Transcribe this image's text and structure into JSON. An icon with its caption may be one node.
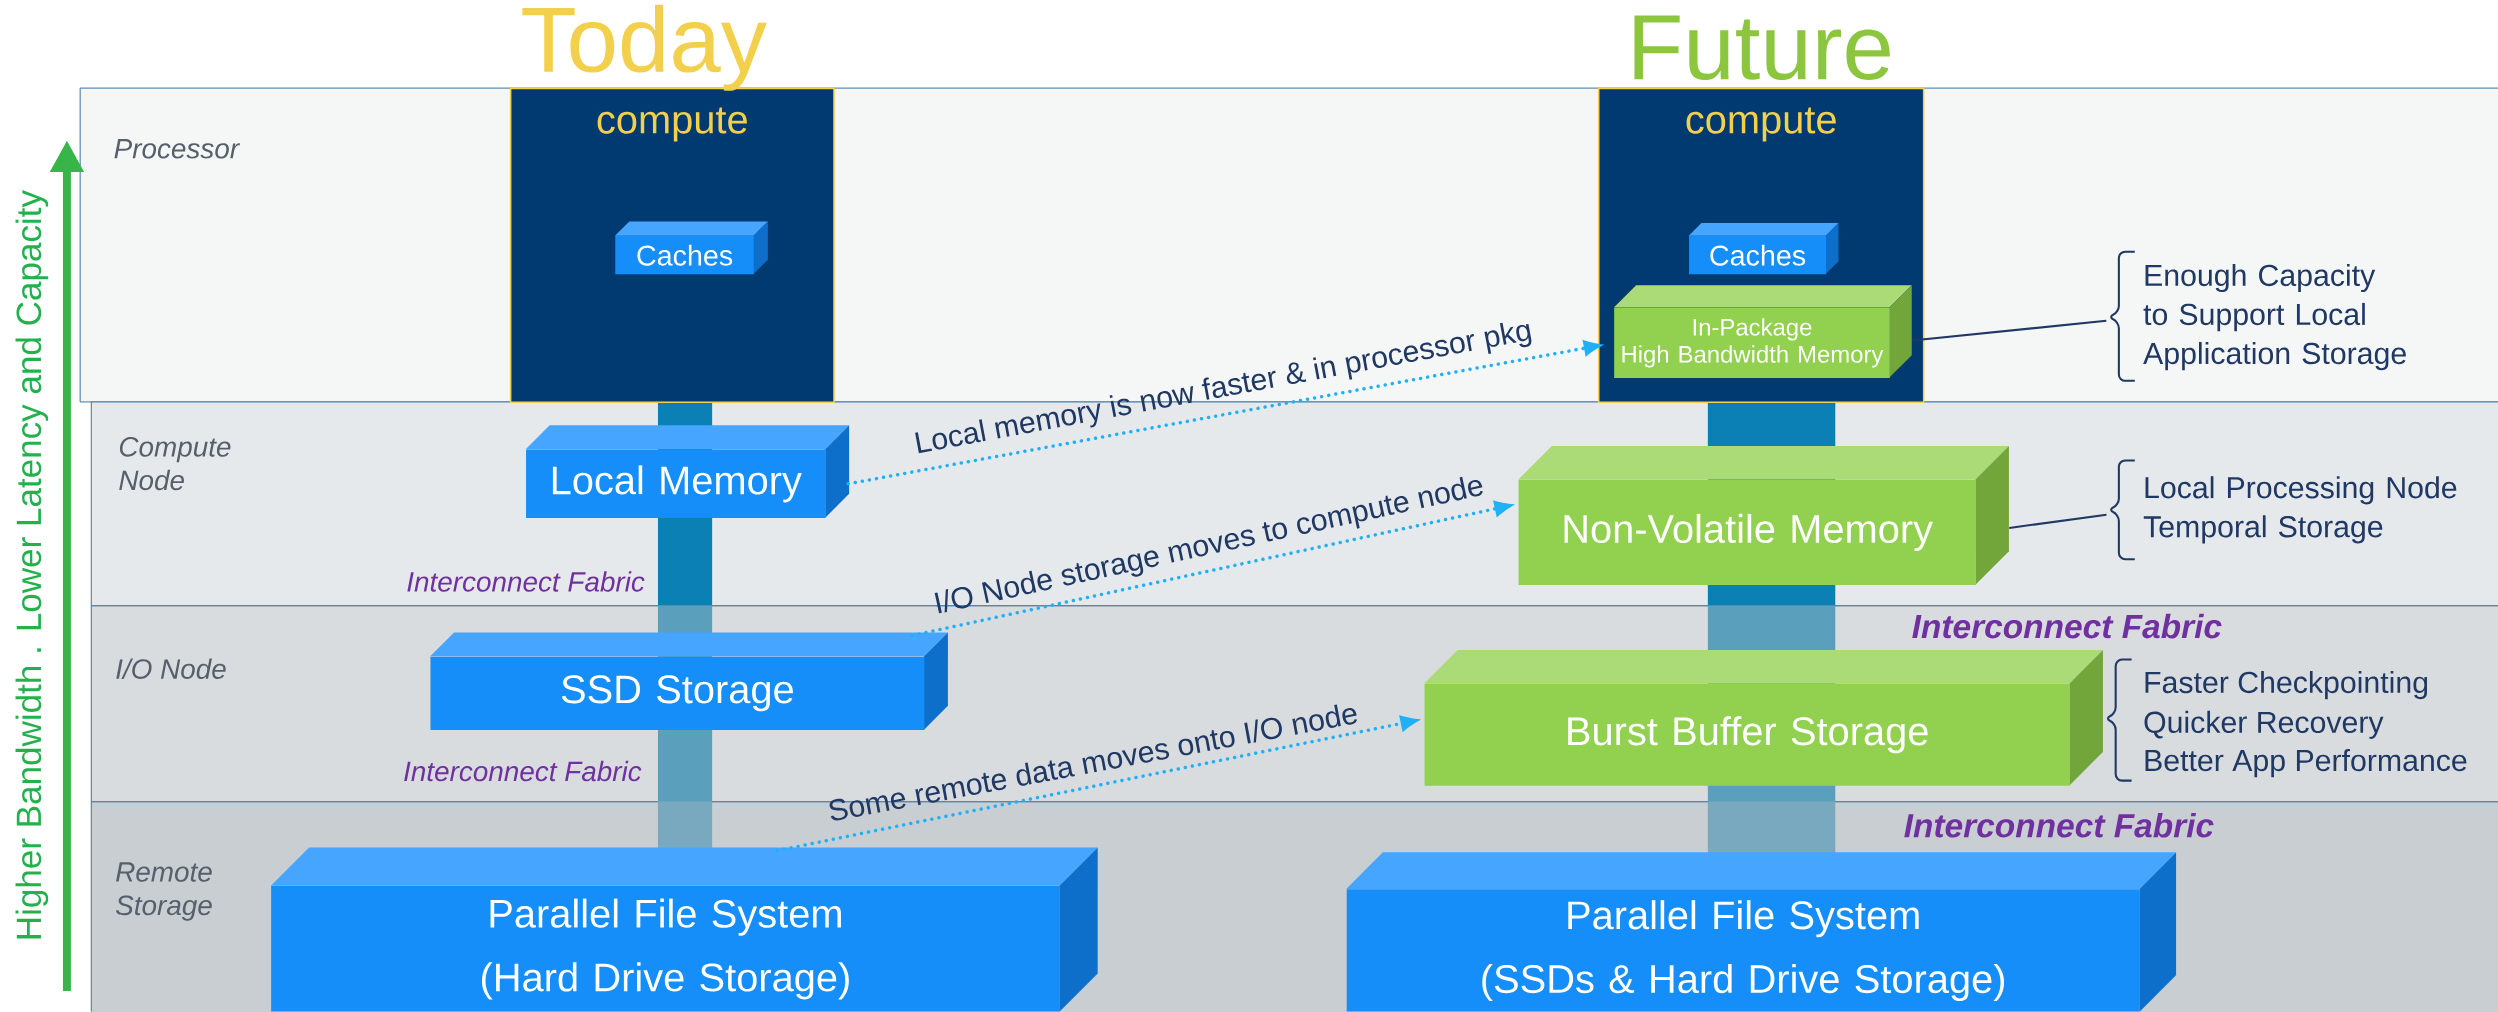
{
  "diagram": {
    "nodes": [
      {
        "text": [
          "Processor"
        ]
      },
      {
        "text": [
          "Compute Node"
        ]
      },
      {
        "text": [
          "I/O Node"
        ]
      },
      {
        "text": [
          "Remote Storage"
        ]
      },
      {
        "text": [
          "compute"
        ],
        "in": 0
      },
      {
        "text": [
          "Caches"
        ],
        "in": 4
      },
      {
        "text": [
          "compute"
        ],
        "in": 0
      },
      {
        "text": [
          "Caches"
        ],
        "in": 6
      },
      {
        "text": [
          "In-Package",
          "High Bandwidth Memory"
        ],
        "in": 6
      },
      {
        "text": [
          "Enough Capacity to Support Local Application Storage"
        ],
        "in": 0
      },
      {
        "text": [
          "Local Memory"
        ],
        "in": 1
      },
      {
        "text": [
          "Non-Volatile Memory"
        ],
        "in": 1
      },
      {
        "text": [
          "Local Processing Node Temporal Storage"
        ],
        "in": 1
      },
      {
        "text": [
          "SSD Storage"
        ],
        "in": 2
      },
      {
        "text": [
          "Burst Buffer Storage"
        ],
        "in": 2
      },
      {
        "text": [
          "Parallel File System",
          "(Hard Drive Storage)"
        ],
        "in": 3
      },
      {
        "text": [
          "Parallel File System",
          "(SSDs & Hard Drive Storage)"
        ],
        "in": 3
      }
    ],
    "edges": [
      {
        "from": 10,
        "to": 8,
        "arrow": "to",
        "style": "dashed",
        "label": "Local memory is now faster & in processor pkg"
      },
      {
        "from": 13,
        "to": 11,
        "arrow": "to",
        "style": "dashed",
        "label": "I/O Node storage moves to compute node"
      },
      {
        "from": 15,
        "to": 14,
        "arrow": "to",
        "style": "dashed",
        "label": "Some remote data moves onto I/O node"
      },
      {
        "from": 9,
        "to": 8,
        "arrow": "none",
        "color": "#1f3864"
      },
      {
        "from": 12,
        "to": 11,
        "arrow": "none",
        "color": "#1f3864"
      }
    ],
    "labels": [
      "Today",
      "Future",
      "Higher Bandwidth . Lower Latency and Capacity",
      "Interconnect Fabric",
      "Interconnect Fabric",
      "Faster Checkpointing",
      "Quicker Recovery",
      "Better App Performance",
      "Interconnect Fabric",
      "Interconnect Fabric"
    ]
  }
}
